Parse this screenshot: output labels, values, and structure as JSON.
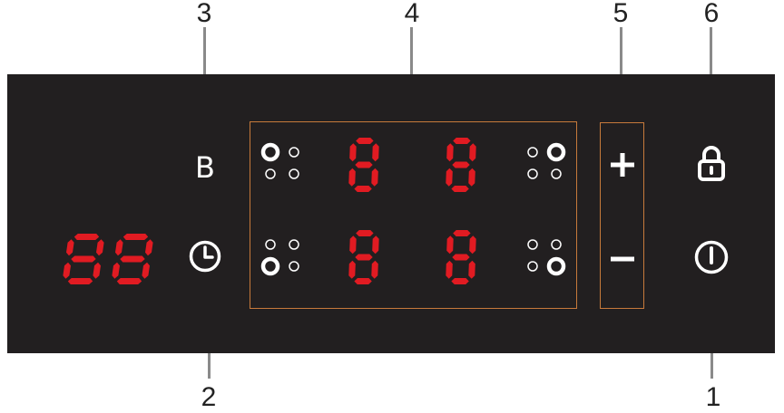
{
  "callouts": {
    "power": "1",
    "timer": "2",
    "boost": "3",
    "zones": "4",
    "plus_minus": "5",
    "lock": "6"
  },
  "keys": {
    "boost_label": "B",
    "icons": [
      "power-icon",
      "clock-icon",
      "lock-icon",
      "plus-icon",
      "minus-icon"
    ]
  },
  "displays": {
    "timer_digits": "88",
    "zone_digits": [
      "8",
      "8",
      "8",
      "8"
    ]
  },
  "zone_indicators": [
    {
      "position": "top-left",
      "active": "top-left"
    },
    {
      "position": "top-right",
      "active": "top-right"
    },
    {
      "position": "bottom-left",
      "active": "bottom-left"
    },
    {
      "position": "bottom-right",
      "active": "bottom-right"
    }
  ],
  "colors": {
    "panel": "#221f20",
    "segment_red": "#e11b22",
    "frame_orange": "#c77a3b",
    "leader_gray": "#8a8a8a",
    "key_white": "#ffffff"
  }
}
